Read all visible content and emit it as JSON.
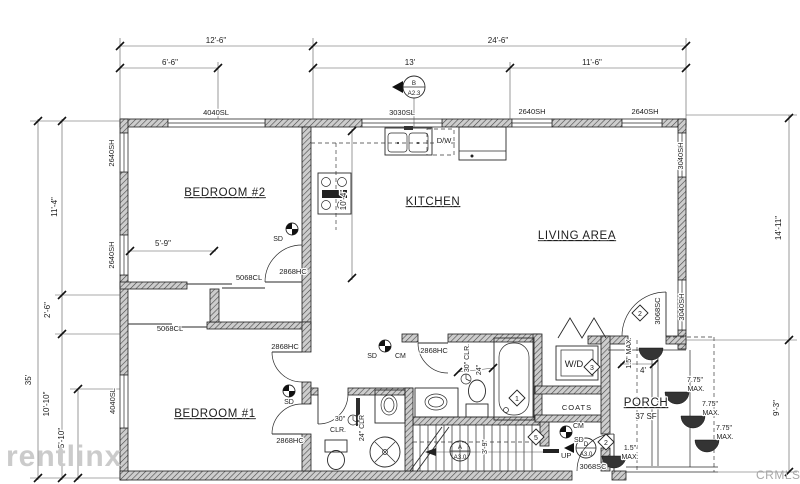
{
  "watermarks": {
    "left": "rentlinx",
    "right": "CRMLS"
  },
  "rooms": {
    "bedroom2": "BEDROOM #2",
    "kitchen": "KITCHEN",
    "living": "LIVING AREA",
    "bedroom1": "BEDROOM #1",
    "porch": "PORCH",
    "porch_area": "37 SF",
    "coats": "COATS"
  },
  "dims": {
    "top_main_left": "12'-6\"",
    "top_main_right": "24'-6\"",
    "top_sub_left": "6'-6\"",
    "top_sub_mid": "13'",
    "top_sub_right": "11'-6\"",
    "left_upper": "11'-4\"",
    "left_mid": "2'-6\"",
    "left_total": "35'",
    "left_lower": "10'-10\"",
    "left_bottom": "5'-10\"",
    "right_upper": "14'-11\"",
    "right_lower": "9'-3\"",
    "bedroom2_width": "5'-9\"",
    "kitchen_depth": "10'-4\"",
    "stair_width": "3'-9\"",
    "porch_step": "4'"
  },
  "openings": {
    "win_4040": "4040SL",
    "win_3030": "3030SL",
    "win_2640": "2640SH",
    "win_3040": "3040SH",
    "door_2868": "2868HC",
    "door_3068": "3068SC",
    "closet_5068": "5068CL"
  },
  "fixtures": {
    "dishwasher": "D/W",
    "washer_dryer": "W/D",
    "stairs_up": "UP"
  },
  "detectors": {
    "smoke": "SD",
    "carbon": "CM"
  },
  "clearances": {
    "clr_30": "30\" CLR.",
    "clr_24": "24\"",
    "bath2_30": "30\"",
    "bath2_clr": "CLR.",
    "bath2_24": "24\" CLR",
    "step_15_max": "1.5\" MAX.",
    "step_15": "1.5\"",
    "step_775": "7.75\"",
    "max": "MAX."
  },
  "markers": {
    "section_b": "B",
    "section_b_sheet": "A2.3",
    "section_a": "A",
    "section_a_sheet": "A3.0",
    "section_d": "D",
    "section_d_sheet": "A3.0",
    "key_1": "1",
    "key_2": "2",
    "key_3": "3",
    "key_5": "5"
  }
}
